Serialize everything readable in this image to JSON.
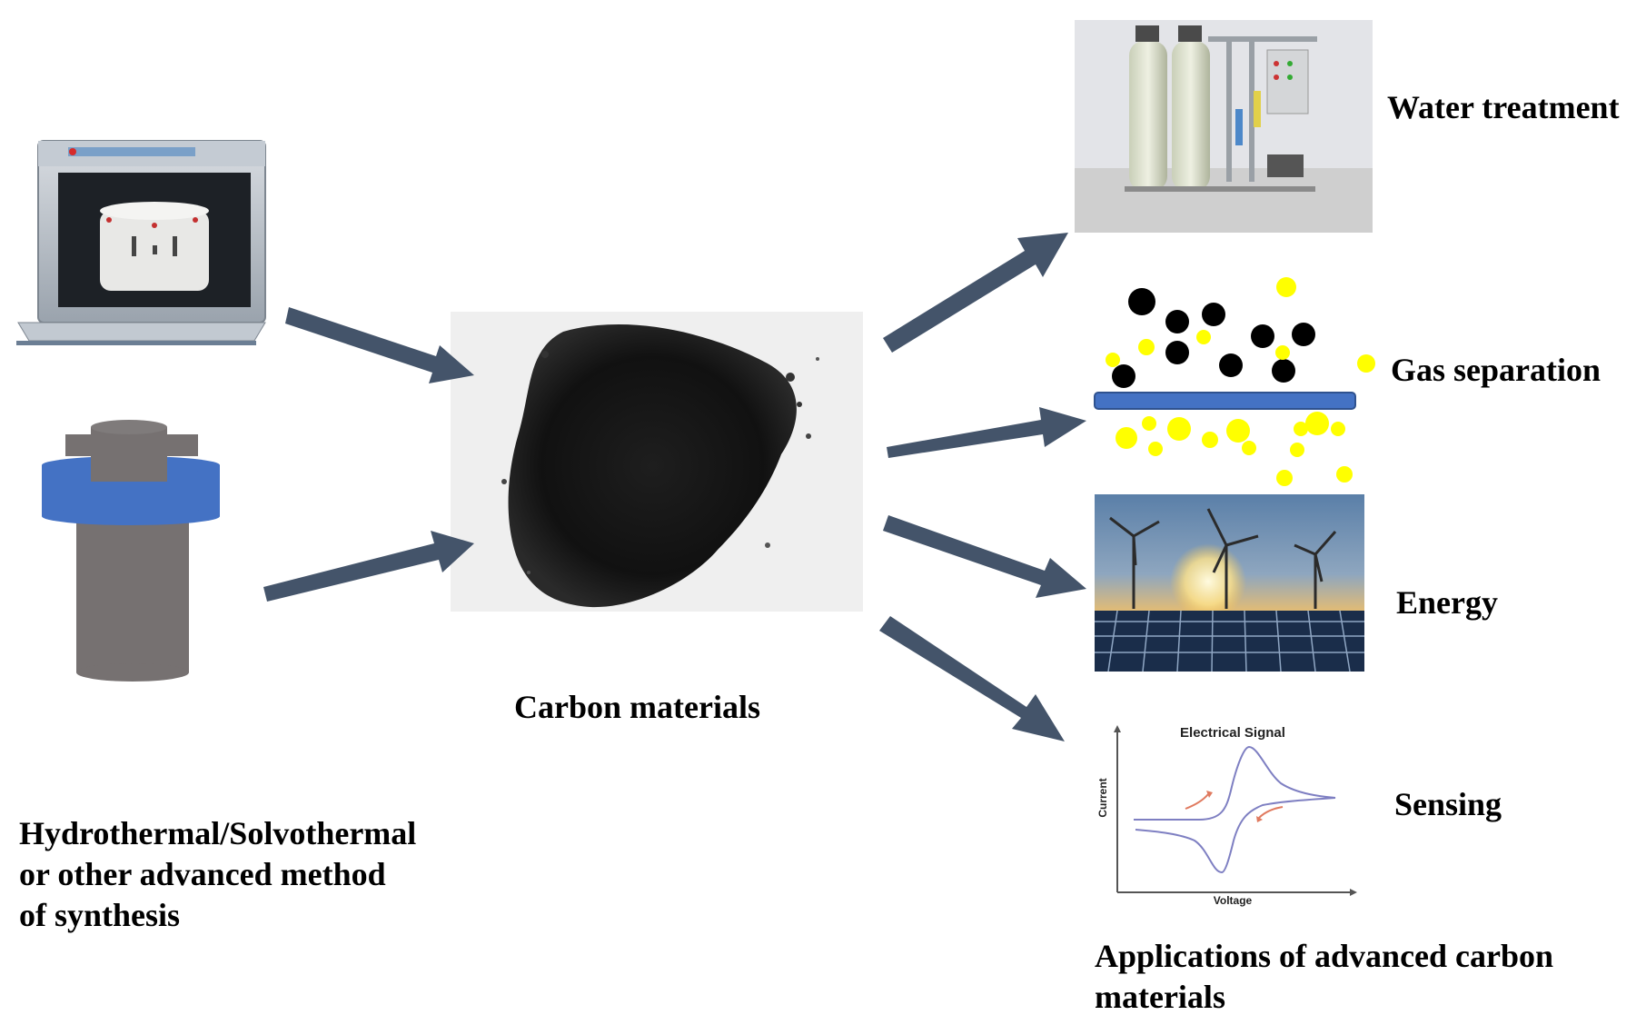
{
  "labels": {
    "synthesis": [
      "Hydrothermal/Solvothermal",
      "or other advanced method",
      "of synthesis"
    ],
    "carbon": "Carbon materials",
    "water": "Water treatment",
    "gas": "Gas separation",
    "energy": "Energy",
    "sensing": "Sensing",
    "applications": [
      "Applications of advanced carbon",
      "materials"
    ]
  },
  "sensing_chart": {
    "title": "Electrical Signal",
    "xlabel": "Voltage",
    "ylabel": "Current"
  },
  "colors": {
    "arrow": "#44546a",
    "autoclave_blue": "#4472c4",
    "autoclave_gray": "#767171",
    "membrane_blue": "#4472c4",
    "yellow_dot": "#ffff00",
    "black_dot": "#000000"
  }
}
